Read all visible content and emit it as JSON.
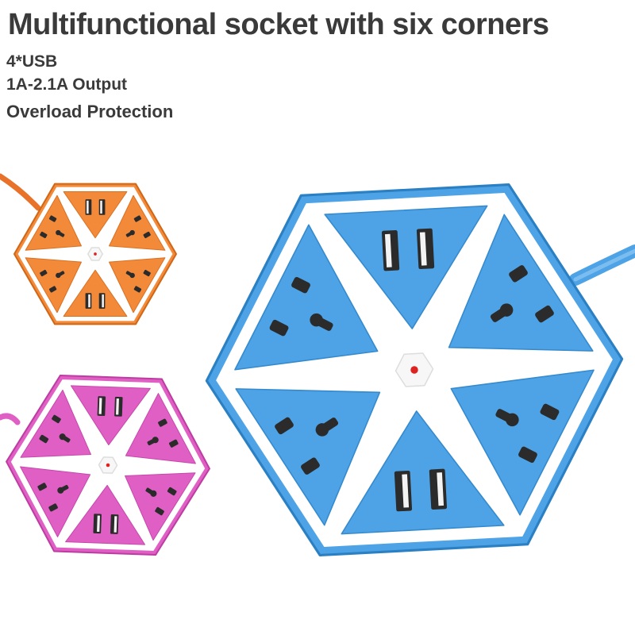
{
  "headline": "Multifunctional socket with six corners",
  "features": [
    "4*USB",
    "1A-2.1A Output",
    "Overload Protection"
  ],
  "colors": {
    "text": "#3a3a3a",
    "orange": "#f28a3a",
    "pink": "#e05fc4",
    "blue": "#4da3e6",
    "housing": "#ffffff",
    "hole": "#2b2b2b"
  },
  "sockets": [
    {
      "color": "blue",
      "segments": [
        "outlet",
        "outlet",
        "usb",
        "outlet",
        "outlet",
        "usb"
      ]
    },
    {
      "color": "orange",
      "segments": [
        "outlet",
        "outlet",
        "usb",
        "outlet",
        "outlet",
        "usb"
      ]
    },
    {
      "color": "pink",
      "segments": [
        "outlet",
        "outlet",
        "usb",
        "outlet",
        "outlet",
        "usb"
      ]
    }
  ]
}
